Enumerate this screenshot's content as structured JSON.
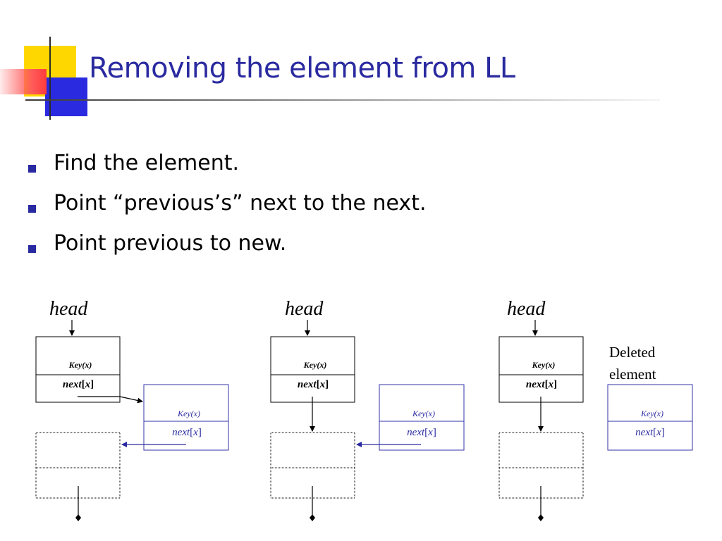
{
  "slide": {
    "title": "Removing the element from LL"
  },
  "bullets": [
    "Find the element.",
    "Point “previous’s” next to the next.",
    "Point previous to new."
  ],
  "diagram": {
    "head_label": "head",
    "key_label": "Key(x)",
    "next_label_italic": "next",
    "next_label_bracket_open": "[",
    "next_label_x": "x",
    "next_label_bracket_close": "]",
    "deleted_label_line1": "Deleted",
    "deleted_label_line2": "element",
    "colors": {
      "title": "#2a2aa0",
      "node_black": "#000000",
      "node_blue": "#3333aa",
      "bullet": "#2a2aa0"
    }
  }
}
